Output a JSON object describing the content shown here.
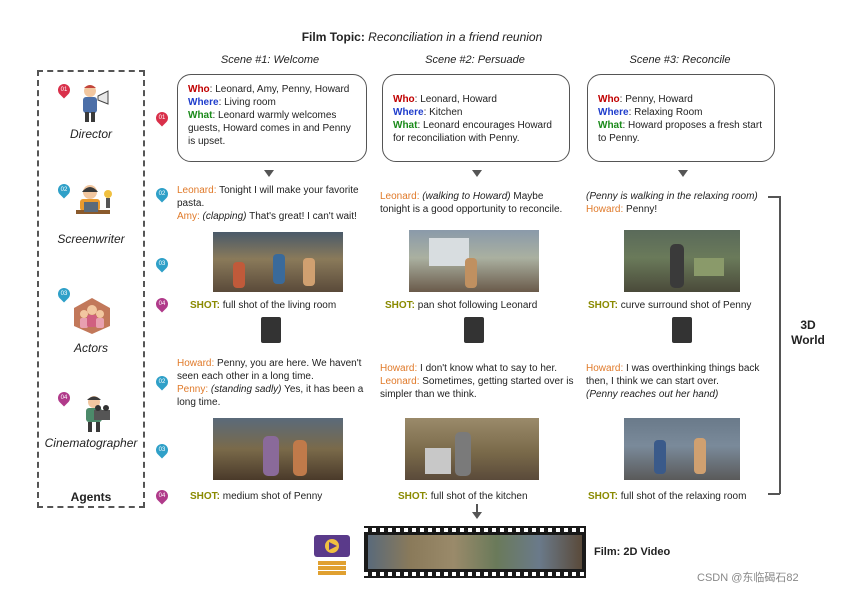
{
  "title": {
    "prefix": "Film Topic:",
    "topic": "Reconciliation in a friend reunion"
  },
  "scenes": [
    {
      "head": "Scene #1: Welcome",
      "who": "Leonard, Amy, Penny, Howard",
      "where": "Living room",
      "what": "Leonard warmly welcomes guests, Howard comes in and Penny is upset.",
      "dlg1": [
        {
          "speaker": "Leonard:",
          "text": " Tonight I will make your favorite pasta."
        },
        {
          "speaker": "Amy:",
          "action": " (clapping)",
          "text": " That's great! I can't wait!"
        }
      ],
      "shot1": "full shot of the living room",
      "dlg2": [
        {
          "speaker": "Howard:",
          "text": " Penny, you are here. We haven't seen each other in a long time."
        },
        {
          "speaker": "Penny:",
          "action": " (standing sadly)",
          "text": " Yes, it has been a long time."
        }
      ],
      "shot2": "medium shot of Penny"
    },
    {
      "head": "Scene #2: Persuade",
      "who": "Leonard, Howard",
      "where": "Kitchen",
      "what": "Leonard encourages Howard for reconciliation with Penny.",
      "dlg1": [
        {
          "speaker": "Leonard:",
          "action": " (walking to Howard)",
          "text": " Maybe tonight is a good opportunity to reconcile."
        }
      ],
      "shot1": "pan shot following Leonard",
      "dlg2": [
        {
          "speaker": "Howard:",
          "text": " I don't know what to say to her."
        },
        {
          "speaker": "Leonard:",
          "text": " Sometimes, getting started over is simpler than we think."
        }
      ],
      "shot2": "full shot of the kitchen"
    },
    {
      "head": "Scene #3: Reconcile",
      "who": "Penny, Howard",
      "where": "Relaxing Room",
      "what": "Howard proposes a fresh start to Penny.",
      "dlg1": [
        {
          "action": "(Penny is walking in the relaxing room)"
        },
        {
          "speaker": "Howard:",
          "text": " Penny!"
        }
      ],
      "shot1": "curve surround shot of Penny",
      "dlg2": [
        {
          "speaker": "Howard:",
          "text": " I was overthinking things back then, I think we can start over."
        },
        {
          "action": "(Penny reaches out her hand)"
        }
      ],
      "shot2": "full shot of the relaxing room"
    }
  ],
  "labels": {
    "who": "Who",
    "where": "Where",
    "what": "What",
    "shot": "SHOT:"
  },
  "agents": {
    "director": "Director",
    "screenwriter": "Screenwriter",
    "actors": "Actors",
    "cinematographer": "Cinematographer",
    "title": "Agents"
  },
  "pins": {
    "p01": "01",
    "p02": "02",
    "p03": "03",
    "p04": "04"
  },
  "world": {
    "line1": "3D",
    "line2": "World"
  },
  "film": {
    "label": "Film: 2D Video"
  },
  "watermark": "CSDN @东临碣石82",
  "colors": {
    "who": "#c00000",
    "where": "#1f3dcc",
    "what": "#1a8a1a",
    "speaker": "#e07a2a",
    "shot": "#8a8a00"
  }
}
